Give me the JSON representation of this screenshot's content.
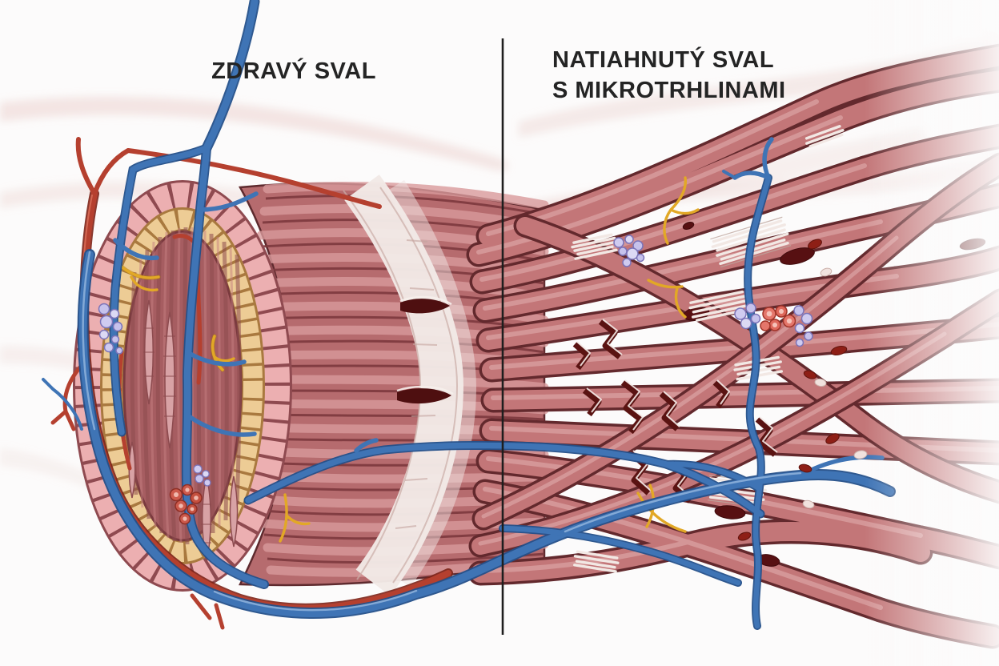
{
  "page": {
    "background_color": "#fcfbfb",
    "divider_color": "#1e1e1e"
  },
  "panels": {
    "left": {
      "title": "ZDRAVÝ SVAL"
    },
    "right": {
      "title_line1": "NATIAHNUTÝ SVAL",
      "title_line2": "S MIKROTRHLINAMI"
    }
  },
  "palette": {
    "fiber_salmon": "#c37678",
    "fiber_shadow": "#7c393d",
    "fiber_outline": "#5e2a2e",
    "fiber_highlight": "#d89a9b",
    "belly_base": "#b66b6e",
    "tendon_white": "#f2e9e6",
    "epimysium_pink": "#ecafb1",
    "perimysium_tan": "#edcc95",
    "interior_red": "#a65d61",
    "vein_blue": "#3f74b5",
    "artery_red": "#b5402f",
    "nerve_yellow": "#e2a826",
    "tear_dark_red": "#571012",
    "cell_purple": "#c6c2ec",
    "cell_red": "#cd5a4c",
    "title_color": "#242424"
  }
}
